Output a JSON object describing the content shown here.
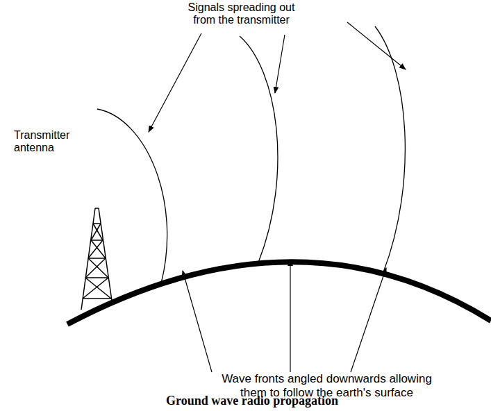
{
  "diagram": {
    "caption": "Ground wave radio propagation",
    "labels": [
      "Signals spreading out from the transmitter",
      "Transmitter antenna",
      "Wave fronts angled downwards allowing them to follow the earth's surface"
    ]
  }
}
